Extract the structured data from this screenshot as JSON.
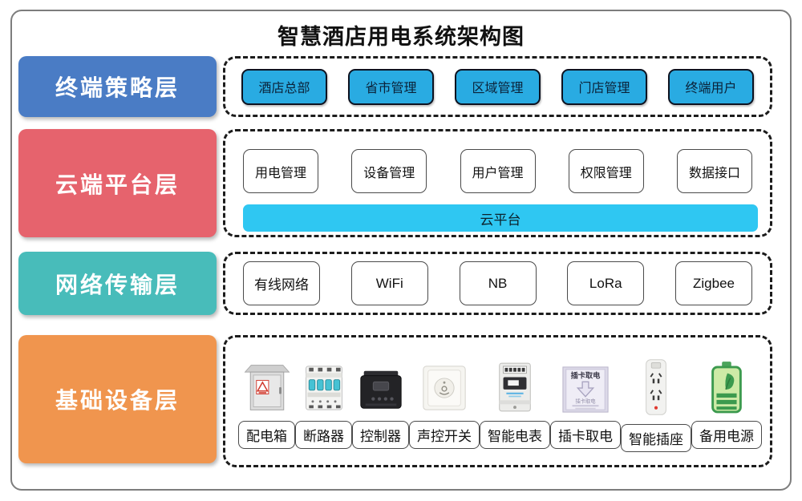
{
  "title": "智慧酒店用电系统架构图",
  "colors": {
    "terminal_layer": "#4a7cc5",
    "cloud_layer": "#e6636d",
    "network_layer": "#48bcba",
    "device_layer": "#f0954e",
    "terminal_node": "#29abe2",
    "cloud_platform_bar": "#2fc7f2",
    "dashed_border": "#1c1c1c"
  },
  "layers": [
    {
      "name": "终端策略层",
      "items": [
        "酒店总部",
        "省市管理",
        "区域管理",
        "门店管理",
        "终端用户"
      ]
    },
    {
      "name": "云端平台层",
      "items": [
        "用电管理",
        "设备管理",
        "用户管理",
        "权限管理",
        "数据接口"
      ],
      "platform_bar": "云平台"
    },
    {
      "name": "网络传输层",
      "items": [
        "有线网络",
        "WiFi",
        "NB",
        "LoRa",
        "Zigbee"
      ]
    },
    {
      "name": "基础设备层",
      "devices": [
        {
          "label": "配电箱",
          "icon": "distribution-box"
        },
        {
          "label": "断路器",
          "icon": "circuit-breaker"
        },
        {
          "label": "控制器",
          "icon": "controller"
        },
        {
          "label": "声控开关",
          "icon": "sound-control-switch"
        },
        {
          "label": "智能电表",
          "icon": "smart-meter"
        },
        {
          "label": "插卡取电",
          "icon": "card-power-switch",
          "image_text": "插卡取电",
          "image_subtext": "插卡取电"
        },
        {
          "label": "智能插座",
          "icon": "smart-socket"
        },
        {
          "label": "备用电源",
          "icon": "backup-battery"
        }
      ]
    }
  ]
}
